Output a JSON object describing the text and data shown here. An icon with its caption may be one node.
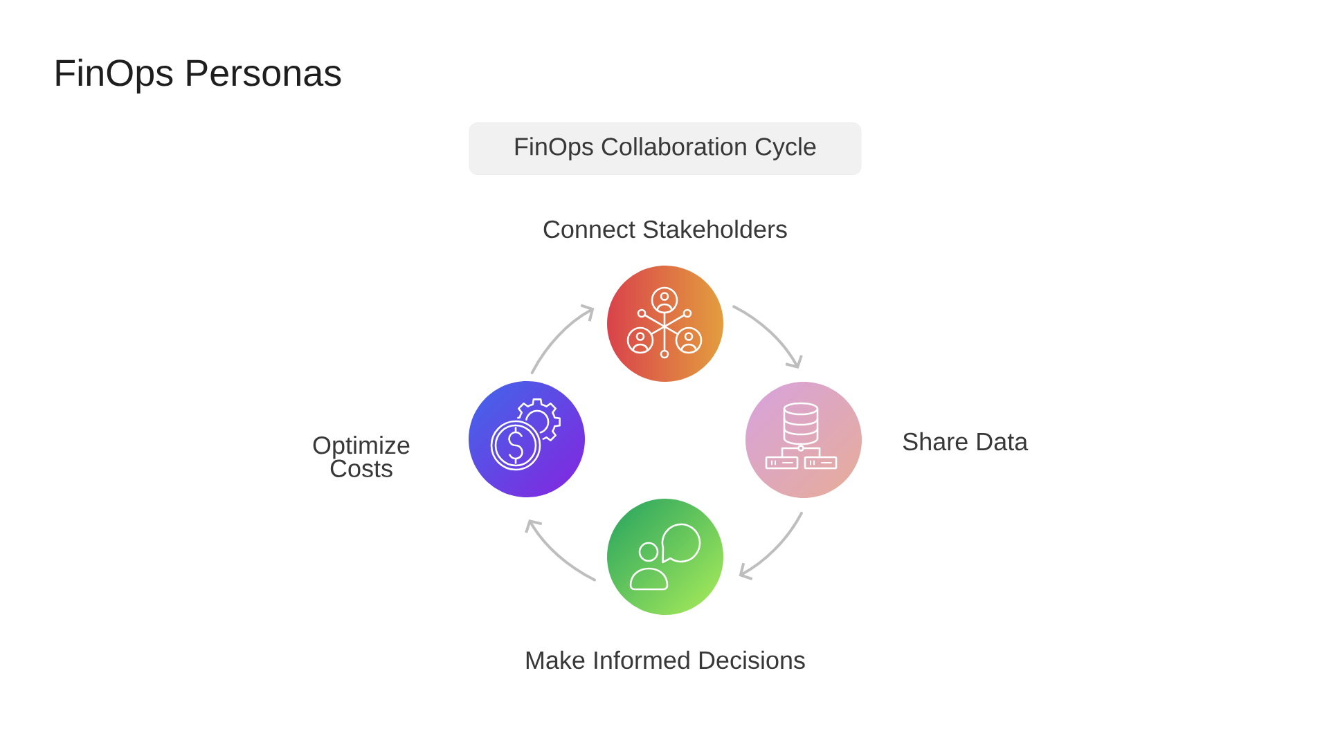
{
  "diagram": {
    "title": "FinOps Personas",
    "nodes": [
      {
        "text": [
          "FinOps Collaboration Cycle"
        ]
      },
      {
        "text": [],
        "shape": "circle",
        "beside": [
          "Connect Stakeholders"
        ]
      },
      {
        "text": [],
        "shape": "circle",
        "beside": [
          "Optimize Costs"
        ]
      },
      {
        "text": [],
        "shape": "circle",
        "beside": [
          "Share Data"
        ]
      },
      {
        "text": [],
        "shape": "circle",
        "beside": [
          "Make Informed Decisions"
        ]
      }
    ],
    "edges": [
      {
        "from": 1,
        "to": 3,
        "arrow": "to"
      },
      {
        "from": 3,
        "to": 4,
        "arrow": "to"
      },
      {
        "from": 4,
        "to": 2,
        "arrow": "to"
      },
      {
        "from": 2,
        "to": 1,
        "arrow": "to"
      }
    ]
  }
}
